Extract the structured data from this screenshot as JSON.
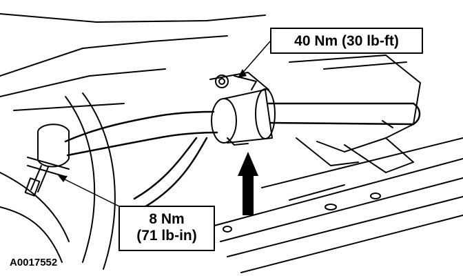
{
  "callouts": {
    "upper": "40 Nm (30 lb-ft)",
    "lower_line1": "8 Nm",
    "lower_line2": "(71 lb-in)"
  },
  "figure_id": "A0017552",
  "colors": {
    "ink": "#000000",
    "paper": "#ffffff"
  }
}
